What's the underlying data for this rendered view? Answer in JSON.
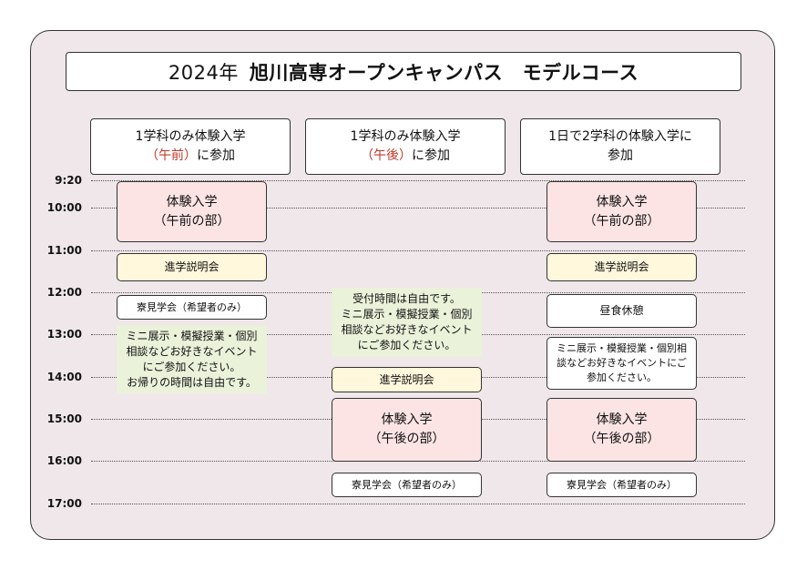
{
  "title": {
    "year": "2024年",
    "main": "旭川高専オープンキャンパス　モデルコース"
  },
  "courses": [
    {
      "line1": "1学科のみ体験入学",
      "accent": "（午前）",
      "rest": "に参加"
    },
    {
      "line1": "1学科のみ体験入学",
      "accent": "（午後）",
      "rest": "に参加"
    },
    {
      "line1": "1日で2学科の体験入学に",
      "accent": "",
      "rest": "参加"
    }
  ],
  "times": [
    "9:20",
    "10:00",
    "11:00",
    "12:00",
    "13:00",
    "14:00",
    "15:00",
    "16:00",
    "17:00"
  ],
  "col1": {
    "taiken": [
      "体験入学",
      "（午前の部）"
    ],
    "setsumei": "進学説明会",
    "ryo": "寮見学会（希望者のみ）",
    "note": [
      "ミニ展示・模擬授業・個別",
      "相談などお好きなイベント",
      "にご参加ください。",
      "お帰りの時間は自由です。"
    ]
  },
  "col2": {
    "note": [
      "受付時間は自由です。",
      "ミニ展示・模擬授業・個別",
      "相談などお好きなイベント",
      "にご参加ください。"
    ],
    "setsumei": "進学説明会",
    "taiken": [
      "体験入学",
      "（午後の部）"
    ],
    "ryo": "寮見学会（希望者のみ）"
  },
  "col3": {
    "taiken_am": [
      "体験入学",
      "（午前の部）"
    ],
    "setsumei": "進学説明会",
    "lunch": "昼食休憩",
    "note": [
      "ミニ展示・模擬授業・個別相",
      "談などお好きなイベントにご",
      "参加ください。"
    ],
    "taiken_pm": [
      "体験入学",
      "（午後の部）"
    ],
    "ryo": "寮見学会（希望者のみ）"
  }
}
